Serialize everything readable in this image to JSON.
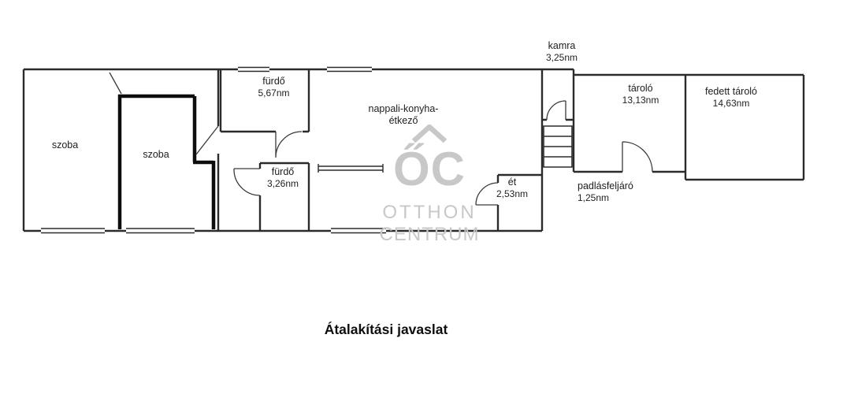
{
  "title": "Átalakítási javaslat",
  "watermark": {
    "logo": "ŐC",
    "line1": "OTTHON",
    "line2": "CENTRUM"
  },
  "labels": {
    "szoba_left": {
      "name": "szoba"
    },
    "szoba_middle": {
      "name": "szoba"
    },
    "furdo_large": {
      "name": "fürdő",
      "area": "5,67nm"
    },
    "furdo_small": {
      "name": "fürdő",
      "area": "3,26nm"
    },
    "nappali": {
      "line1": "nappali-konyha-",
      "line2": "étkező"
    },
    "kamra": {
      "name": "kamra",
      "area": "3,25nm"
    },
    "et": {
      "name": "ét",
      "area": "2,53nm"
    },
    "tarolo": {
      "name": "tároló",
      "area": "13,13nm"
    },
    "fedett_tarolo": {
      "name": "fedett tároló",
      "area": "14,63nm"
    },
    "padlasfeljaro": {
      "name": "padlásfeljáró",
      "area": "1,25nm"
    }
  }
}
